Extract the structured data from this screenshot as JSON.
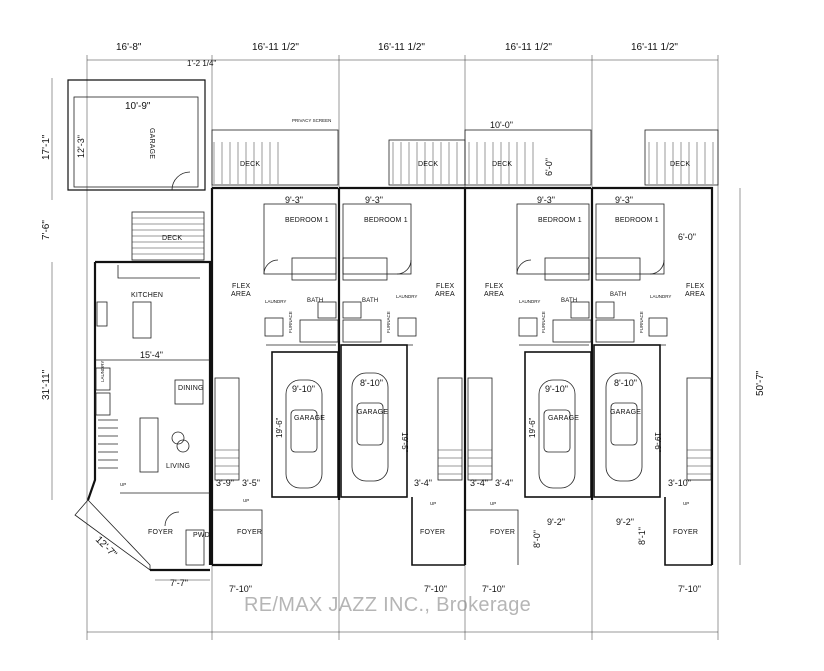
{
  "dimensions": {
    "top_unit_1": "16'-8\"",
    "top_unit_2": "16'-11 1/2\"",
    "top_unit_3": "16'-11 1/2\"",
    "top_unit_4": "16'-11 1/2\"",
    "top_unit_5": "16'-11 1/2\"",
    "setback": "1'-2 1/4\"",
    "garage_width": "10'-9\"",
    "garage_depth_left": "17'-1\"",
    "garage_depth_inner": "12'-3\"",
    "deck_gap": "7'-6\"",
    "house_depth": "31'-11\"",
    "kitchen_width": "15'-4\"",
    "angled_wall": "12'-7\"",
    "foyer_1": "7'-7\"",
    "foyer_2": "7'-10\"",
    "foyer_3": "7'-10\"",
    "foyer_4": "7'-10\"",
    "foyer_5": "7'-10\"",
    "bedroom_u2": "9'-3\"",
    "bedroom_u3": "9'-3\"",
    "bedroom_u4": "9'-3\"",
    "bedroom_u5": "9'-3\"",
    "deck_depth": "10'-0\"",
    "deck_proj": "6'-0\"",
    "flex_u5": "6'-0\"",
    "overall_depth": "50'-7\"",
    "garage_in_1": "9'-10\"",
    "garage_in_2": "8'-10\"",
    "garage_in_3": "9'-10\"",
    "garage_in_4": "8'-10\"",
    "garage_len_1": "19'-6\"",
    "garage_len_2": "19'-5\"",
    "garage_len_3": "19'-6\"",
    "garage_len_4": "19'-6\"",
    "stair_1": "3'-9\"",
    "stair_2": "3'-5\"",
    "stair_3": "3'-4\"",
    "stair_4": "3'-4\"",
    "stair_5": "3'-4\"",
    "stair_6": "3'-10\"",
    "drive_1": "9'-2\"",
    "drive_2": "9'-2\"",
    "drive_depth": "8'-0\"",
    "drive_depth_2": "8'-1\""
  },
  "rooms": {
    "garage_detached": "GARAGE",
    "deck_left": "DECK",
    "kitchen": "KITCHEN",
    "dining": "DINING",
    "living": "LIVING",
    "foyer": "FOYER",
    "pwd": "PWD",
    "deck": "DECK",
    "bedroom": "BEDROOM 1",
    "flex": "FLEX",
    "area": "AREA",
    "bath": "BATH",
    "garage": "GARAGE"
  },
  "notes": {
    "laundry": "LAUNDRY",
    "furnace": "FURNACE",
    "up": "UP",
    "privacy": "PRIVACY SCREEN"
  },
  "watermark": "RE/MAX JAZZ INC., Brokerage"
}
